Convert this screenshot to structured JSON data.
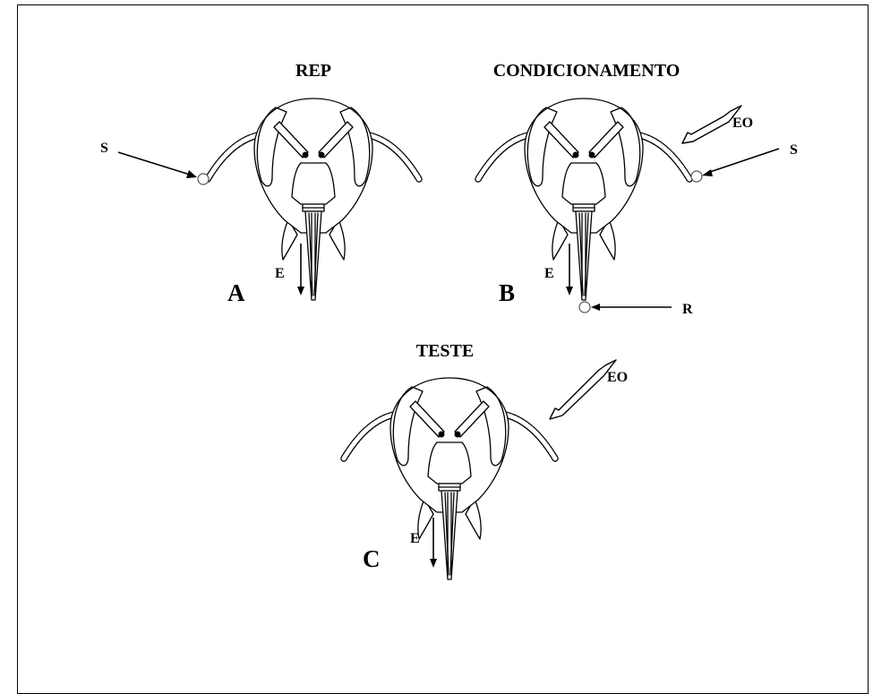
{
  "panels": {
    "a": {
      "title": "REP",
      "letter": "A",
      "stimulus_label": "S",
      "extension_label": "E"
    },
    "b": {
      "title": "CONDICIONAMENTO",
      "letter": "B",
      "stimulus_label": "S",
      "extension_label": "E",
      "reward_label": "R",
      "odor_label": "EO"
    },
    "c": {
      "title": "TESTE",
      "letter": "C",
      "extension_label": "E",
      "odor_label": "EO"
    }
  }
}
